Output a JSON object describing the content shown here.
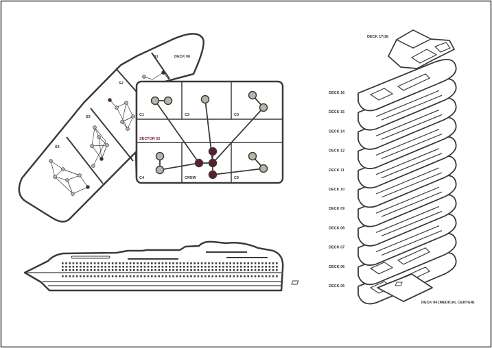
{
  "colors": {
    "stroke": "#3a3a3a",
    "node_light": "#bdb3a8",
    "node_dark": "#5c1f2a",
    "sector_label": "#7a1f2c",
    "background": "#ffffff"
  },
  "deck_plan": {
    "deck_label": "DECK 06",
    "sections": [
      "S1",
      "S2",
      "S3",
      "S4"
    ]
  },
  "sector_panel": {
    "cells": [
      "C1",
      "C2",
      "C3",
      "C4",
      "CREW",
      "C6"
    ],
    "sector_label": "SECTOR 02"
  },
  "deck_stack": {
    "top_label": "DECK 17/18",
    "decks": [
      "DECK 16",
      "DECK 15",
      "DECK 14",
      "DECK 12",
      "DECK 11",
      "DECK 10",
      "DECK 09",
      "DECK 08",
      "DECK 07",
      "DECK 06",
      "DECK 05"
    ],
    "bottom_label": "DECK 04 (MEDICAL CENTER)"
  }
}
